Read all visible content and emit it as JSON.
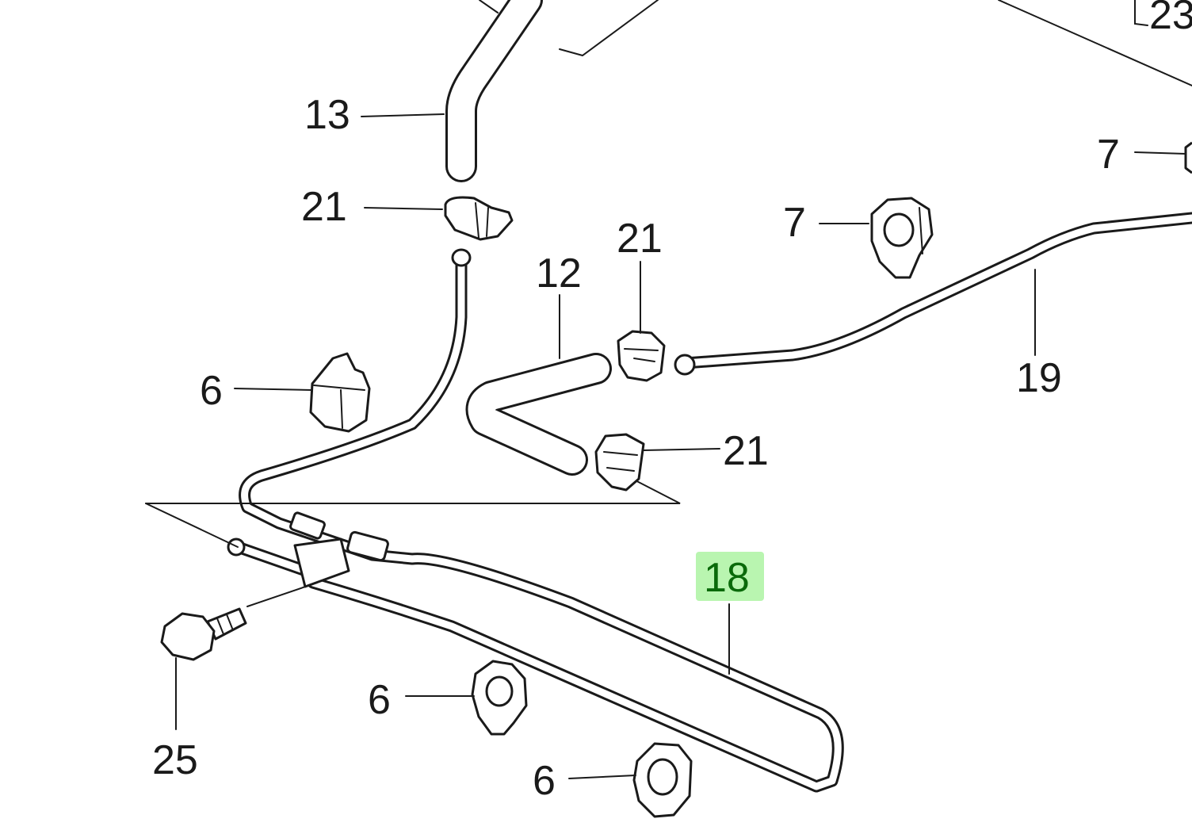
{
  "labels": {
    "l23": "23",
    "l13": "13",
    "l7a": "7",
    "l7b": "7",
    "l21a": "21",
    "l21b": "21",
    "l21c": "21",
    "l12": "12",
    "l19": "19",
    "l6a": "6",
    "l6b": "6",
    "l6c": "6",
    "l18": "18",
    "l25": "25"
  },
  "colors": {
    "line": "#1a1a1a",
    "highlight": "#b9f5b0",
    "highlight_text": "#0a6a0a"
  }
}
